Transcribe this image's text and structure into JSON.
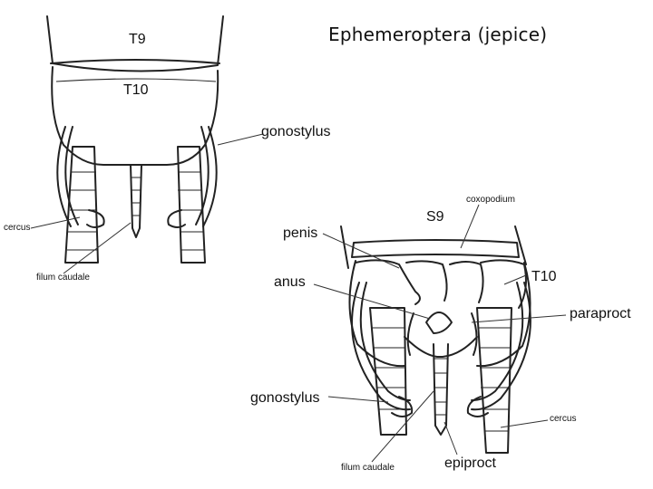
{
  "title": "Ephemeroptera (jepice)",
  "figure_top": {
    "labels": {
      "t9": "T9",
      "t10": "T10",
      "gonostylus": "gonostylus",
      "cercus": "cercus",
      "filum_caudale": "filum caudale"
    }
  },
  "figure_bottom": {
    "labels": {
      "coxopodium": "coxopodium",
      "s9": "S9",
      "penis": "penis",
      "t10": "T10",
      "anus": "anus",
      "paraproct": "paraproct",
      "gonostylus": "gonostylus",
      "cercus": "cercus",
      "filum_caudale": "filum caudale",
      "epiproct": "epiproct"
    }
  }
}
